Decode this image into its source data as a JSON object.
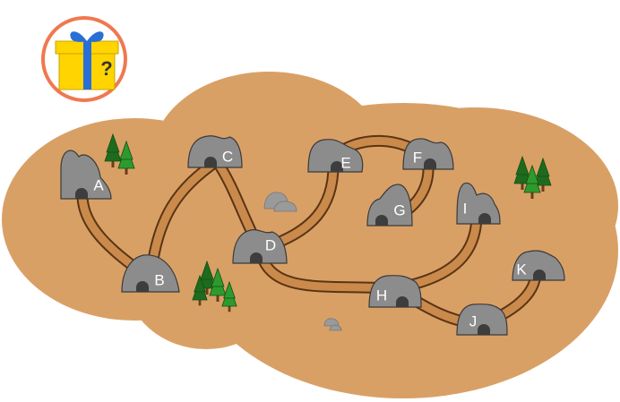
{
  "colors": {
    "ground": "#d9a066",
    "path_outer": "#5a3414",
    "path_inner": "#c98a4b",
    "cave": "#8c8c8c",
    "cave_stroke": "#3a3a3a",
    "cave_door": "#3d3d3d",
    "tree_dark": "#1e6b1e",
    "tree_light": "#2e9a2e",
    "gift_ring": "#f07850",
    "gift_box": "#ffd400",
    "gift_ribbon": "#2a6fd6"
  },
  "gift": {
    "icon": "mystery-gift-icon",
    "symbol": "?"
  },
  "caves": [
    {
      "id": "A",
      "label": "A"
    },
    {
      "id": "B",
      "label": "B"
    },
    {
      "id": "C",
      "label": "C"
    },
    {
      "id": "D",
      "label": "D"
    },
    {
      "id": "E",
      "label": "E"
    },
    {
      "id": "F",
      "label": "F"
    },
    {
      "id": "G",
      "label": "G"
    },
    {
      "id": "H",
      "label": "H"
    },
    {
      "id": "I",
      "label": "I"
    },
    {
      "id": "J",
      "label": "J"
    },
    {
      "id": "K",
      "label": "K"
    }
  ],
  "connections": [
    [
      "A",
      "B"
    ],
    [
      "B",
      "C"
    ],
    [
      "C",
      "D"
    ],
    [
      "D",
      "E"
    ],
    [
      "E",
      "F"
    ],
    [
      "F",
      "G"
    ],
    [
      "D",
      "H"
    ],
    [
      "H",
      "I"
    ],
    [
      "H",
      "J"
    ],
    [
      "J",
      "K"
    ]
  ]
}
